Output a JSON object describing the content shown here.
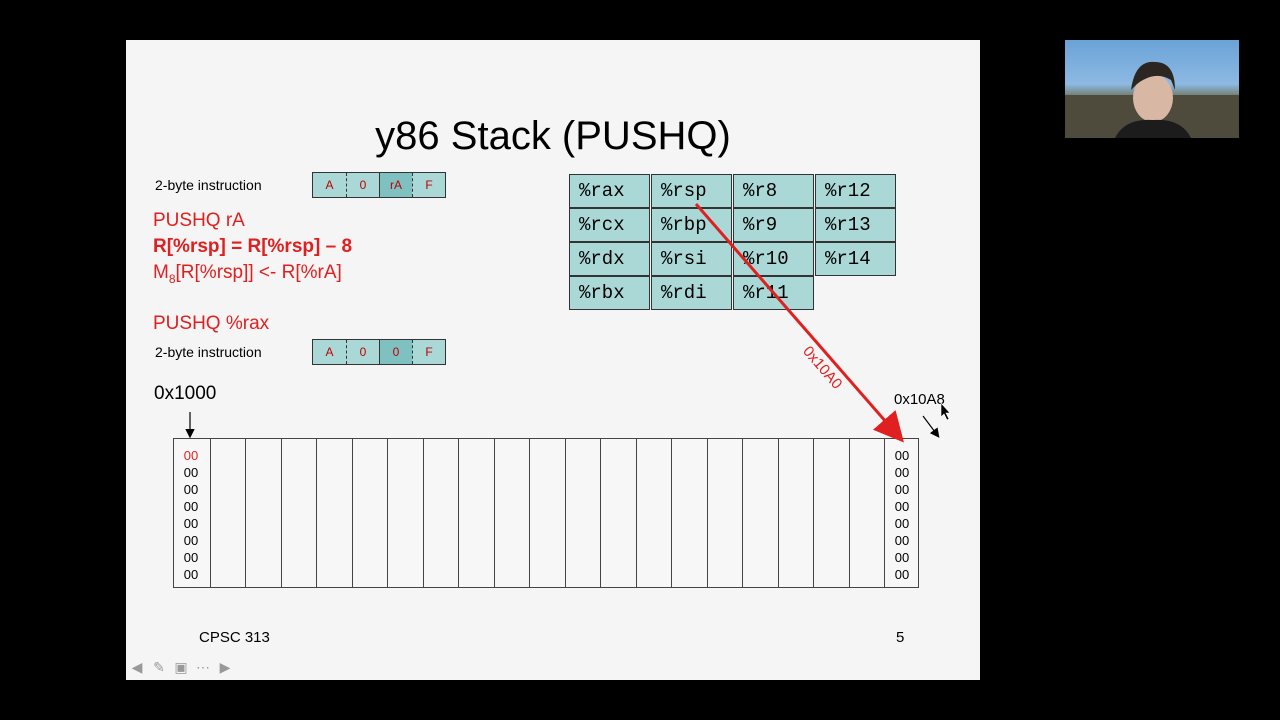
{
  "slide": {
    "title": "y86 Stack (PUSHQ)",
    "instr1": {
      "label": "2-byte instruction",
      "cells": [
        "A",
        "0",
        "rA",
        "F"
      ]
    },
    "pushq_line1": "PUSHQ  rA",
    "pushq_line2": "R[%rsp] = R[%rsp] – 8",
    "pushq_line3_pre": "M",
    "pushq_line3_sub": "8",
    "pushq_line3_post": "[R[%rsp]] <- R[%rA]",
    "pushq_example": "PUSHQ %rax",
    "instr2": {
      "label": "2-byte instruction",
      "cells": [
        "A",
        "0",
        "0",
        "F"
      ]
    },
    "registers": [
      [
        "%rax",
        "%rsp",
        "%r8",
        "%r12"
      ],
      [
        "%rcx",
        "%rbp",
        "%r9",
        "%r13"
      ],
      [
        "%rdx",
        "%rsi",
        "%r10",
        "%r14"
      ],
      [
        "%rbx",
        "%rdi",
        "%r11",
        ""
      ]
    ],
    "arrow_label": "0x10A0",
    "addr_left": "0x1000",
    "addr_right": "0x10A8",
    "mem_first_col": [
      "00",
      "00",
      "00",
      "00",
      "00",
      "00",
      "00",
      "00"
    ],
    "mem_last_col": [
      "00",
      "00",
      "00",
      "00",
      "00",
      "00",
      "00",
      "00"
    ],
    "footer_left": "CPSC 313",
    "page_number": "5"
  },
  "colors": {
    "accent_red": "#e02020",
    "cell_dark": "#7fc1c0",
    "cell_light": "#a9d8d6"
  },
  "toolbar_icons": [
    "arrow-left-icon",
    "pen-icon",
    "slides-icon",
    "more-icon",
    "arrow-right-icon"
  ]
}
